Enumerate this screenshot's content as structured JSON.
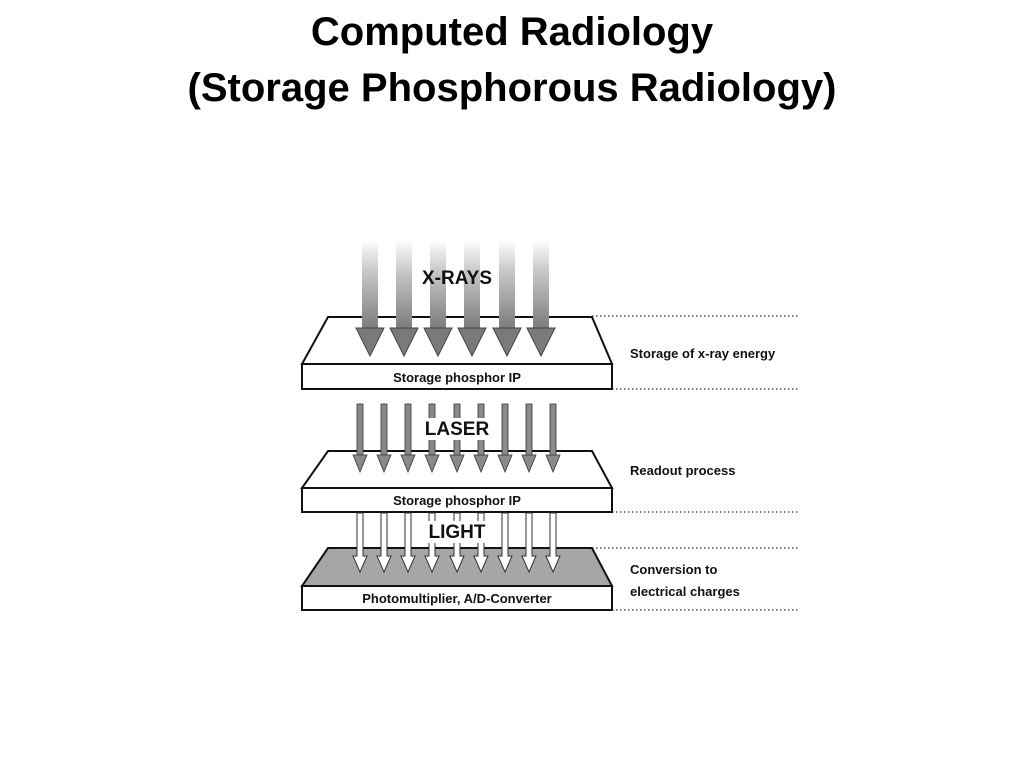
{
  "slide": {
    "title_line1": "Computed Radiology",
    "title_line2": "(Storage Phosphorous Radiology)"
  },
  "diagram": {
    "beams": {
      "xrays": "X-RAYS",
      "laser": "LASER",
      "light": "LIGHT"
    },
    "plates": {
      "plate1": "Storage phosphor IP",
      "plate2": "Storage phosphor IP",
      "plate3": "Photomultiplier, A/D-Converter"
    },
    "side_labels": {
      "stage1": "Storage of x-ray energy",
      "stage2": "Readout process",
      "stage3_line1": "Conversion to",
      "stage3_line2": "electrical charges"
    },
    "colors": {
      "xray_arrow": "#7a7a7a",
      "laser_arrow": "#8a8a8a",
      "light_arrow": "#ffffff",
      "detector_fill": "#a6a6a6",
      "outline": "#111111"
    }
  }
}
